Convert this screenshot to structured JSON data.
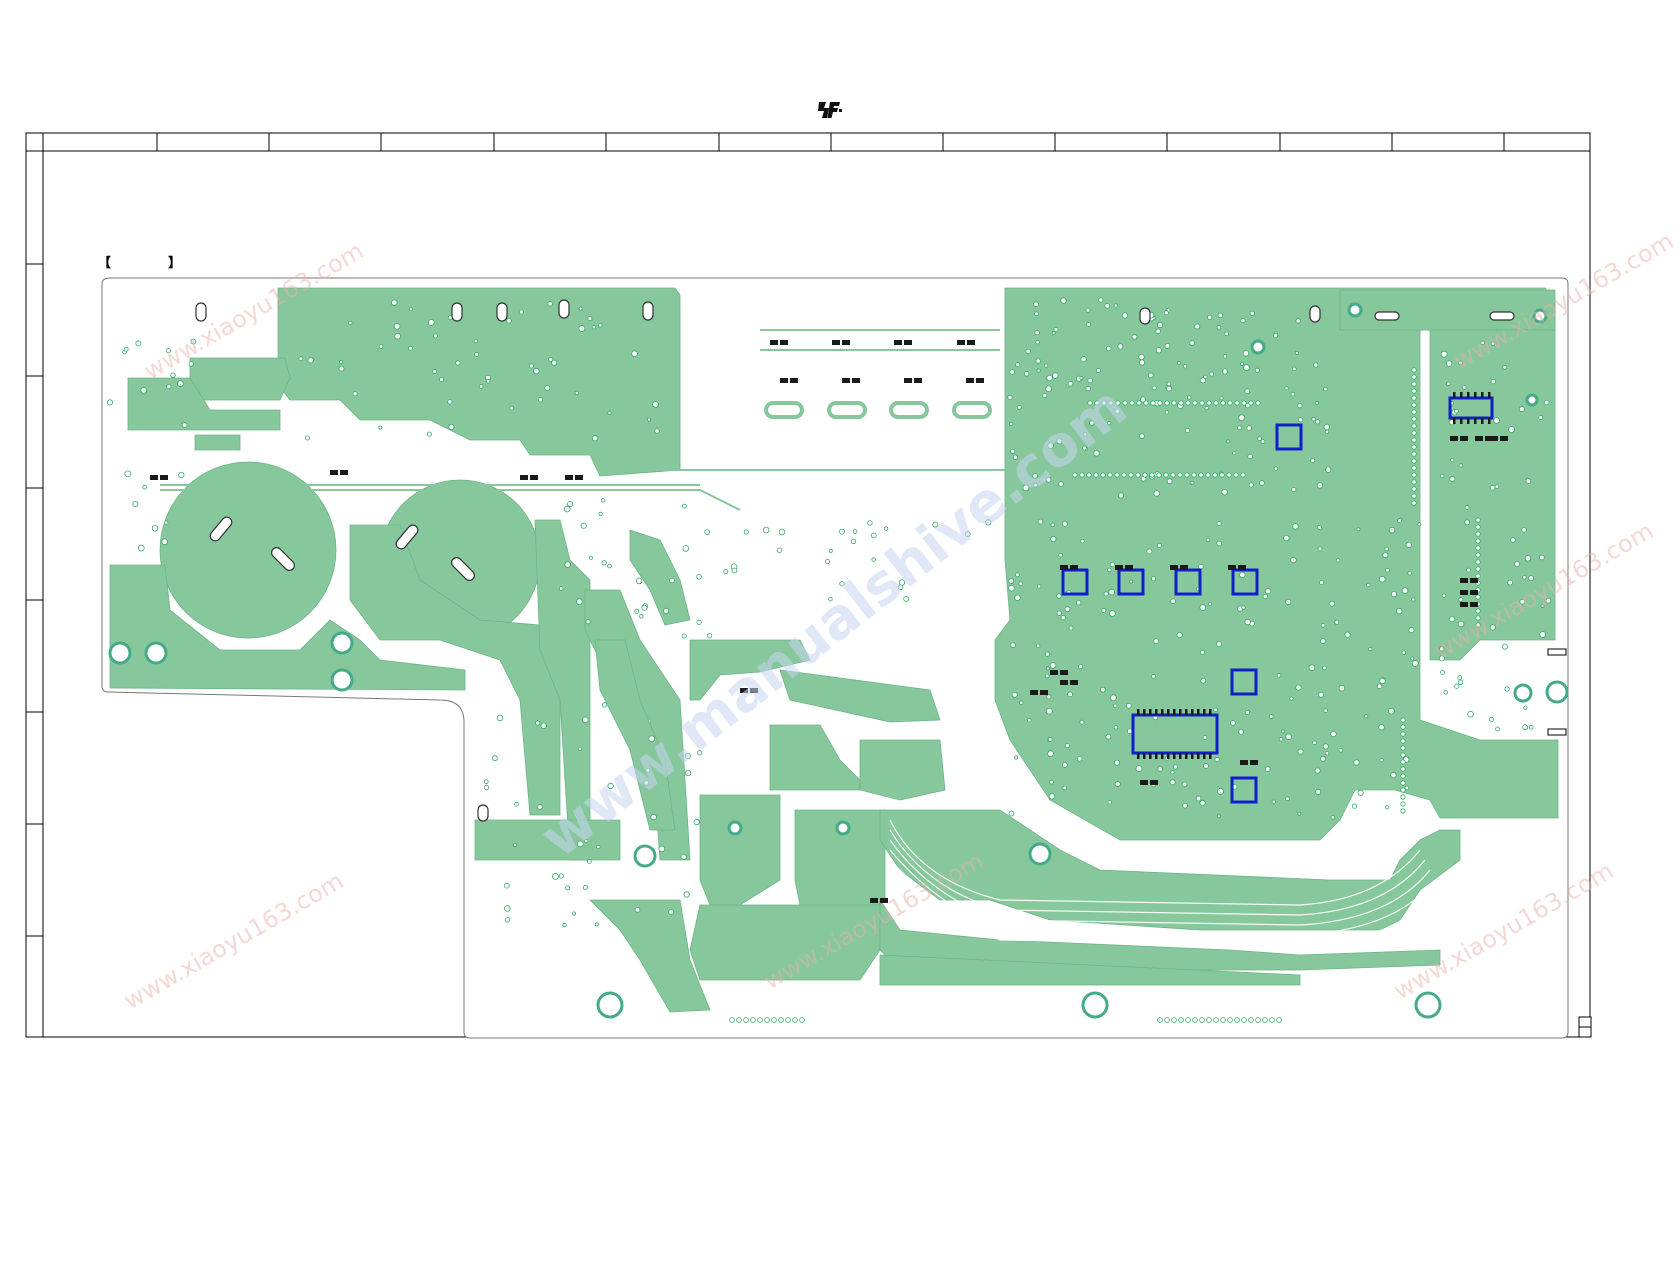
{
  "sheet": {
    "title_bracket_open": "【",
    "title_bracket_close": "】",
    "board_label": "",
    "logo": "sony-logo-mark"
  },
  "colors": {
    "copper": "#86c79c",
    "copper_edge": "#6db588",
    "ic_outline": "#1020c8",
    "outline": "#000000",
    "pad": "#ffffff",
    "watermark": "#e8b0a8"
  },
  "grid": {
    "columns": [
      "",
      "",
      "",
      "",
      "",
      "",
      "",
      "",
      "",
      "",
      "",
      "",
      "",
      "",
      ""
    ],
    "rows": [
      "",
      "",
      "",
      "",
      "",
      "",
      "",
      "",
      ""
    ]
  },
  "watermarks": [
    "www.manualshive.com",
    "www.xiaoyu163.com"
  ]
}
